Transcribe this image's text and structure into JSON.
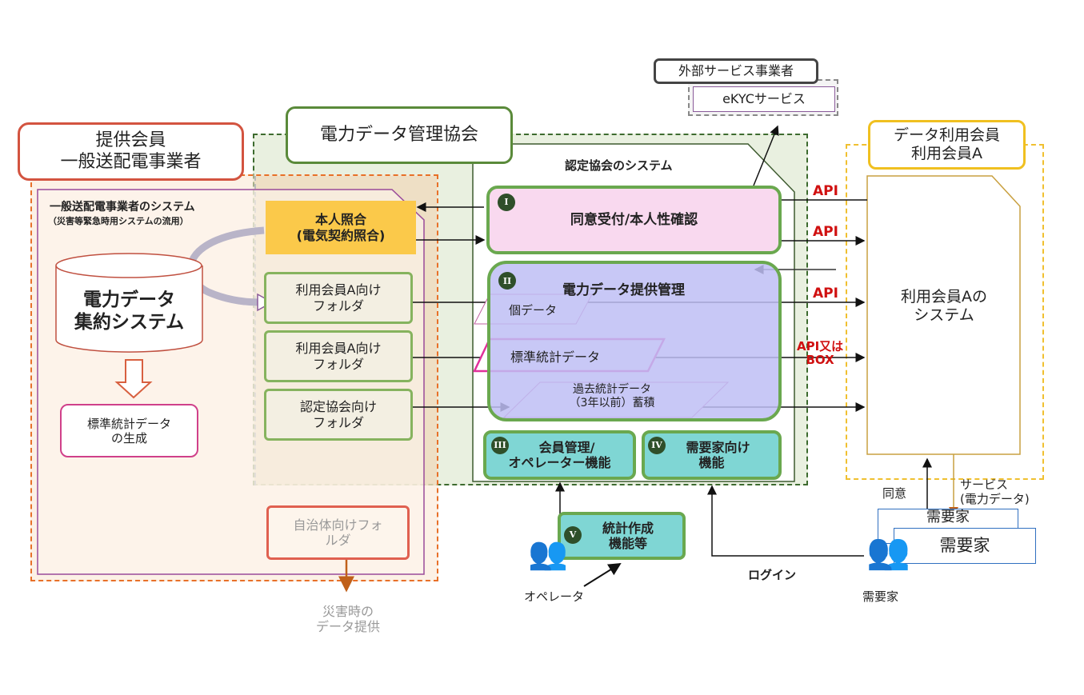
{
  "provider": {
    "title_line1": "提供会員",
    "title_line2": "一般送配電事業者",
    "system_title": "一般送配電事業者のシステム",
    "system_subtitle": "（災害等緊急時用システムの流用）",
    "db_line1": "電力データ",
    "db_line2": "集約システム",
    "stat_gen_line1": "標準統計データ",
    "stat_gen_line2": "の生成",
    "identity_line1": "本人照合",
    "identity_line2": "(電気契約照合)",
    "folders": [
      {
        "line1": "利用会員A向け",
        "line2": "フォルダ"
      },
      {
        "line1": "利用会員A向け",
        "line2": "フォルダ"
      },
      {
        "line1": "認定協会向け",
        "line2": "フォルダ"
      }
    ],
    "municipal_folder_line1": "自治体向けフォ",
    "municipal_folder_line2": "ルダ",
    "disaster_line1": "災害時の",
    "disaster_line2": "データ提供"
  },
  "association": {
    "title": "電力データ管理協会",
    "system_title": "認定協会のシステム",
    "func1": {
      "num": "I",
      "label": "同意受付/本人性確認"
    },
    "func2": {
      "num": "II",
      "label": "電力データ提供管理",
      "individual": "個データ",
      "standard": "標準統計データ",
      "past_line1": "過去統計データ",
      "past_line2": "（3年以前）蓄積"
    },
    "func3": {
      "num": "III",
      "line1": "会員管理/",
      "line2": "オペレーター機能"
    },
    "func4": {
      "num": "IV",
      "line1": "需要家向け",
      "line2": "機能"
    },
    "func5": {
      "num": "V",
      "line1": "統計作成",
      "line2": "機能等"
    },
    "operator": "オペレータ"
  },
  "external": {
    "title": "外部サービス事業者",
    "ekyc": "eKYCサービス"
  },
  "user_member": {
    "title_line1": "データ利用会員",
    "title_line2": "利用会員A",
    "system_line1": "利用会員Aの",
    "system_line2": "システム",
    "api1": "API",
    "api2": "API",
    "api3": "API",
    "api4_line1": "API又は",
    "api4_line2": "BOX"
  },
  "consumer": {
    "box_back": "需要家",
    "box_front": "需要家",
    "label": "需要家",
    "consent": "同意",
    "service_line1": "サービス",
    "service_line2": "(電力データ)",
    "login": "ログイン"
  }
}
